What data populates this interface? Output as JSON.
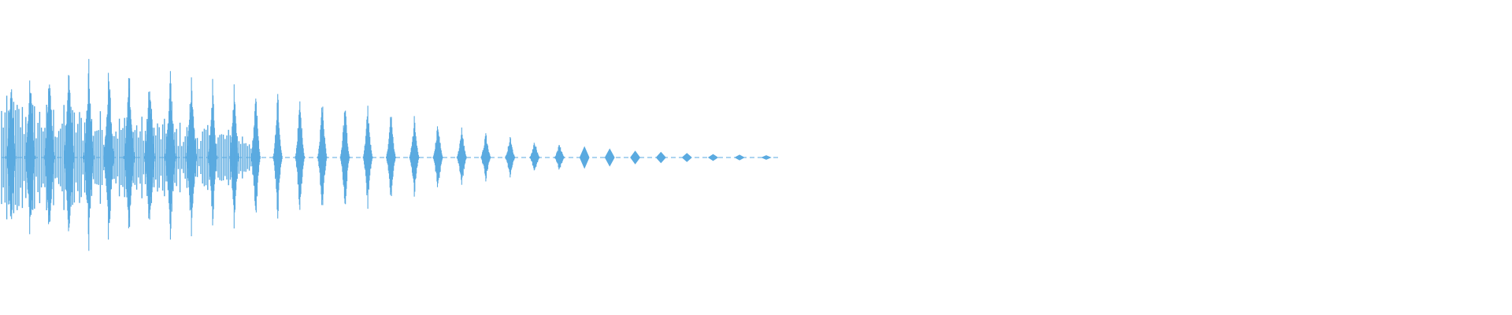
{
  "waveform": {
    "color": "#5aaae0",
    "baseline_color": "#5aaae0",
    "burst_count": 34,
    "peak_amplitudes": [
      0.72,
      0.8,
      0.88,
      0.92,
      0.9,
      0.88,
      0.84,
      0.82,
      0.78,
      0.75,
      0.72,
      0.7,
      0.66,
      0.62,
      0.6,
      0.56,
      0.52,
      0.48,
      0.44,
      0.38,
      0.34,
      0.28,
      0.24,
      0.2,
      0.16,
      0.13,
      0.1,
      0.08,
      0.06,
      0.05,
      0.04,
      0.03,
      0.025,
      0.02
    ],
    "dense_section_fraction": 0.33
  }
}
